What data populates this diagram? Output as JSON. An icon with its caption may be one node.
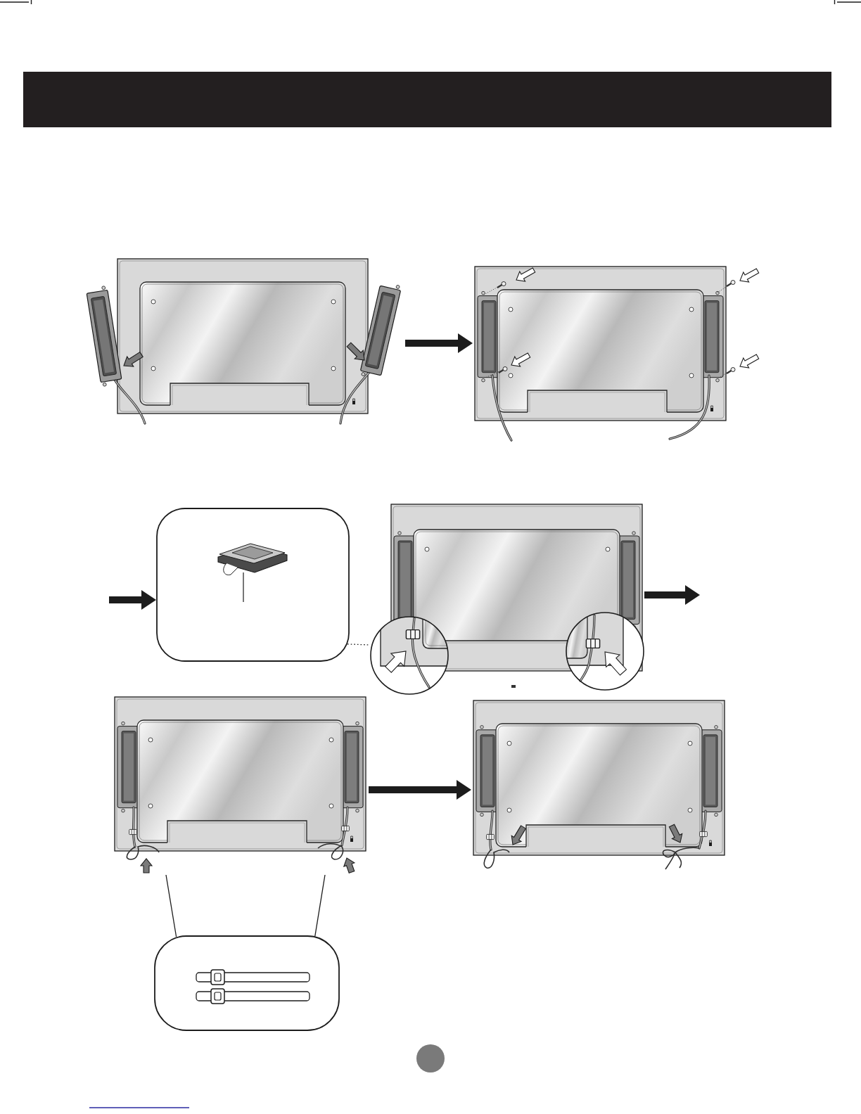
{
  "diagram": {
    "nodes": [
      {
        "text": [],
        "shape": "picture"
      },
      {
        "text": [],
        "shape": "picture"
      },
      {
        "text": [],
        "shape": "box"
      },
      {
        "text": [],
        "shape": "picture"
      },
      {
        "text": [],
        "shape": "picture"
      },
      {
        "text": [],
        "shape": "picture"
      },
      {
        "text": [],
        "shape": "box"
      }
    ],
    "edges": [
      {
        "from": 0,
        "to": 1,
        "arrow": "to"
      },
      {
        "from": null,
        "to": 2,
        "arrow": "to"
      },
      {
        "from": 2,
        "to": 3,
        "arrow": "none",
        "style": "dashed"
      },
      {
        "from": 3,
        "to": null,
        "arrow": "to"
      },
      {
        "from": 4,
        "to": 5,
        "arrow": "to"
      },
      {
        "from": 6,
        "to": 4,
        "arrow": "none"
      },
      {
        "from": 6,
        "to": 4,
        "arrow": "none"
      }
    ]
  }
}
